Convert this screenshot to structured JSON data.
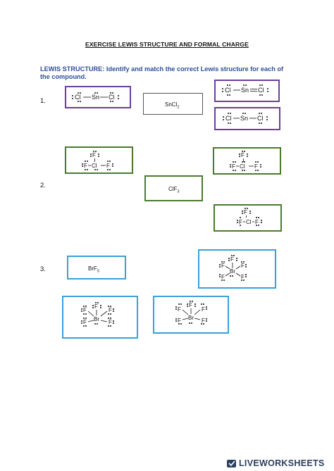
{
  "title": "EXERCISE LEWIS STRUCTURE AND FORMAL CHARGE",
  "instruction": "LEWIS STRUCTURE: Identify and match the correct Lewis structure for each of the compound.",
  "questions": [
    {
      "number": "1.",
      "formula_main": "SnCl",
      "formula_sub": "2"
    },
    {
      "number": "2.",
      "formula_main": "ClF",
      "formula_sub": "3"
    },
    {
      "number": "3.",
      "formula_main": "BrF",
      "formula_sub": "5"
    }
  ],
  "atoms": {
    "cl": "Cl",
    "sn": "Sn",
    "f": "F",
    "br": "Br"
  },
  "brand": "LIVEWORKSHEETS",
  "colors": {
    "purple": "#6b3f9e",
    "green": "#4a7a2c",
    "blue": "#3aa0d8",
    "instruction": "#2e4f9a"
  }
}
